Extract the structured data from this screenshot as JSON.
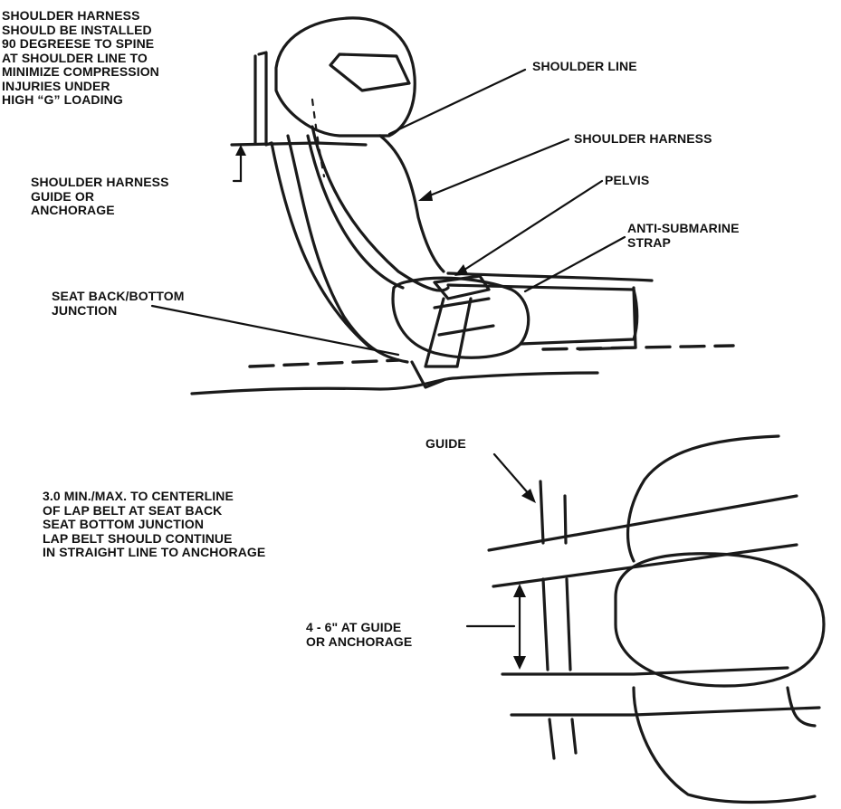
{
  "labels": {
    "shoulder_harness_note": [
      "SHOULDER HARNESS",
      "SHOULD BE INSTALLED",
      "90 DEGREESE TO SPINE",
      "AT SHOULDER LINE TO",
      "MINIMIZE COMPRESSION",
      "INJURIES UNDER",
      "HIGH “G” LOADING"
    ],
    "shoulder_line": "SHOULDER LINE",
    "shoulder_harness": "SHOULDER HARNESS",
    "pelvis": "PELVIS",
    "anti_submarine_strap": [
      "ANTI-SUBMARINE",
      "STRAP"
    ],
    "shoulder_harness_guide": [
      "SHOULDER HARNESS",
      "GUIDE OR",
      "ANCHORAGE"
    ],
    "seat_back_bottom_junction": [
      "SEAT BACK/BOTTOM",
      "JUNCTION"
    ],
    "guide": "GUIDE",
    "lap_belt_note": [
      "3.0 MIN./MAX. TO CENTERLINE",
      "OF LAP BELT AT SEAT BACK",
      "SEAT BOTTOM JUNCTION",
      "LAP BELT SHOULD CONTINUE",
      "IN STRAIGHT LINE TO ANCHORAGE"
    ],
    "guide_spacing": [
      "4 - 6\" AT GUIDE",
      "OR ANCHORAGE"
    ]
  },
  "colors": {
    "ink": "#1a1a1a",
    "paper": "#ffffff"
  }
}
